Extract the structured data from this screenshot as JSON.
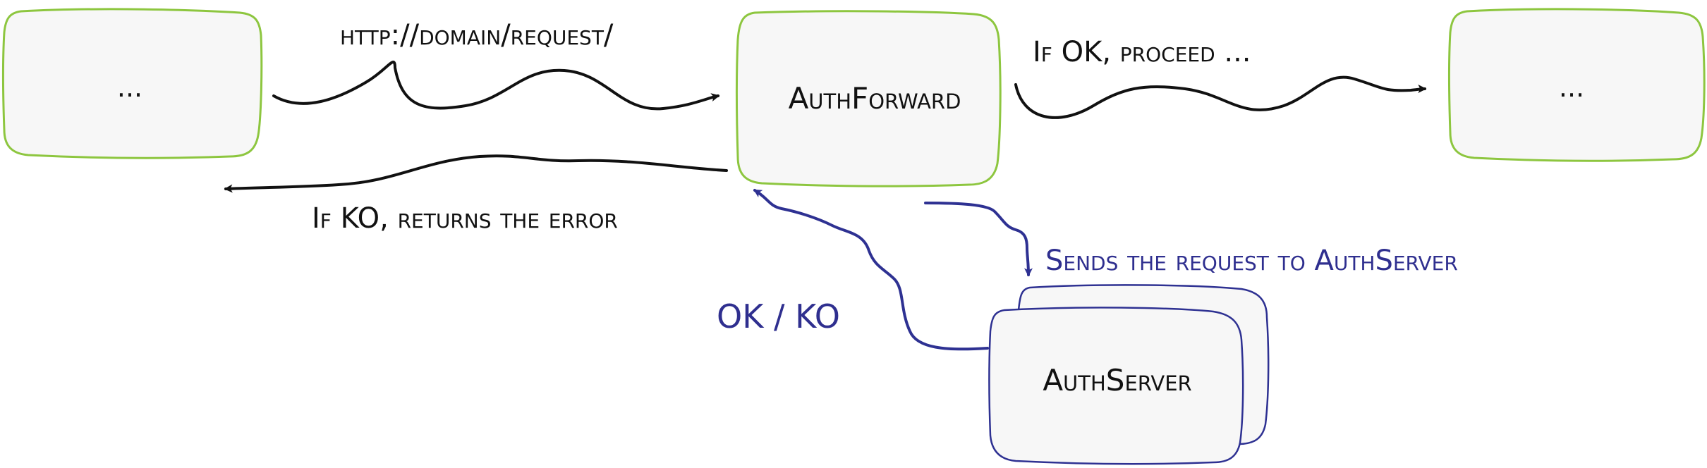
{
  "nodes": {
    "client": {
      "label": "..."
    },
    "auth_forward": {
      "label": "AuthForward"
    },
    "service": {
      "label": "..."
    },
    "auth_server": {
      "label": "AuthServer"
    }
  },
  "edges": {
    "request": {
      "label": "http://domain/request/"
    },
    "proceed": {
      "label": "If OK, proceed ..."
    },
    "error": {
      "label": "If KO, returns the error"
    },
    "send_to_auth": {
      "label": "Sends the request to AuthServer"
    },
    "auth_result": {
      "label": "OK / KO"
    }
  },
  "colors": {
    "green_box": "#8dc63f",
    "blue_box": "#2e3192",
    "arrow_dark": "#111111",
    "arrow_blue": "#2e3192",
    "box_fill": "#f7f7f7"
  }
}
